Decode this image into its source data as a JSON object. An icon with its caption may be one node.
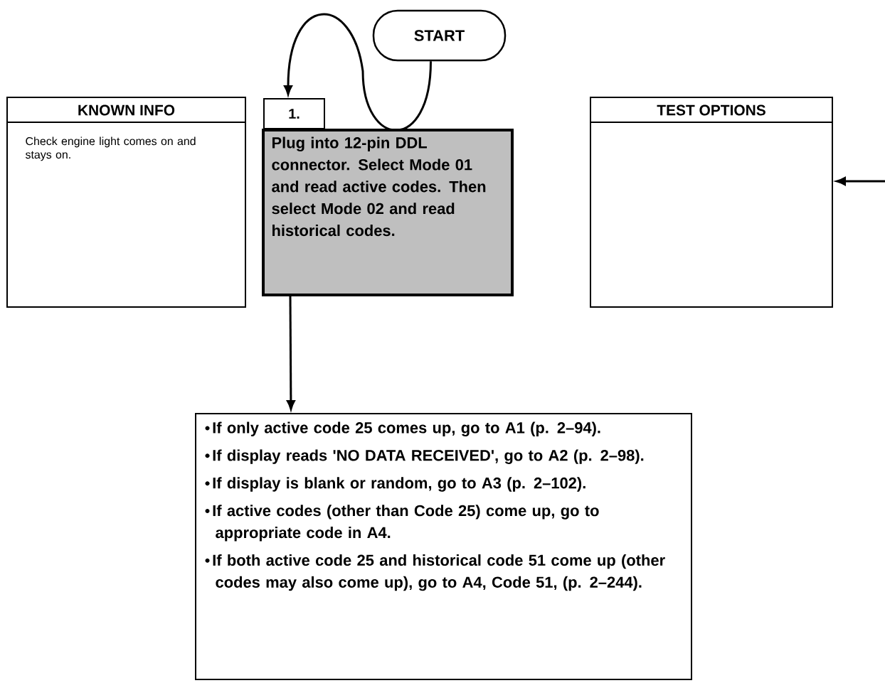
{
  "diagram": {
    "nodes": [
      {
        "text": [
          "START"
        ]
      },
      {
        "text": [
          "KNOWN INFO",
          "Check engine light comes on and stays on."
        ]
      },
      {
        "text": [
          "1.",
          "Plug into 12-pin DDL connector. Select Mode 01 and read active codes. Then select Mode 02 and read historical codes."
        ]
      },
      {
        "text": [
          "TEST OPTIONS"
        ]
      },
      {
        "text": [
          "If only active code 25 comes up, go to A1 (p. 2–94).",
          "If display reads 'NO DATA RECEIVED', go to A2 (p. 2–98).",
          "If display is blank or random, go to A3 (p. 2–102).",
          "If active codes (other than Code 25) come up, go to appropriate code in A4.",
          "If both active code 25 and historical code 51 come up (other codes may also come up), go to A4, Code 51, (p. 2–244)."
        ]
      }
    ],
    "edges": [
      {
        "from": 0,
        "to": 2,
        "arrow": "to"
      },
      {
        "from": 2,
        "to": 4,
        "arrow": "to"
      },
      {
        "from": null,
        "to": 3,
        "arrow": "to"
      }
    ]
  }
}
